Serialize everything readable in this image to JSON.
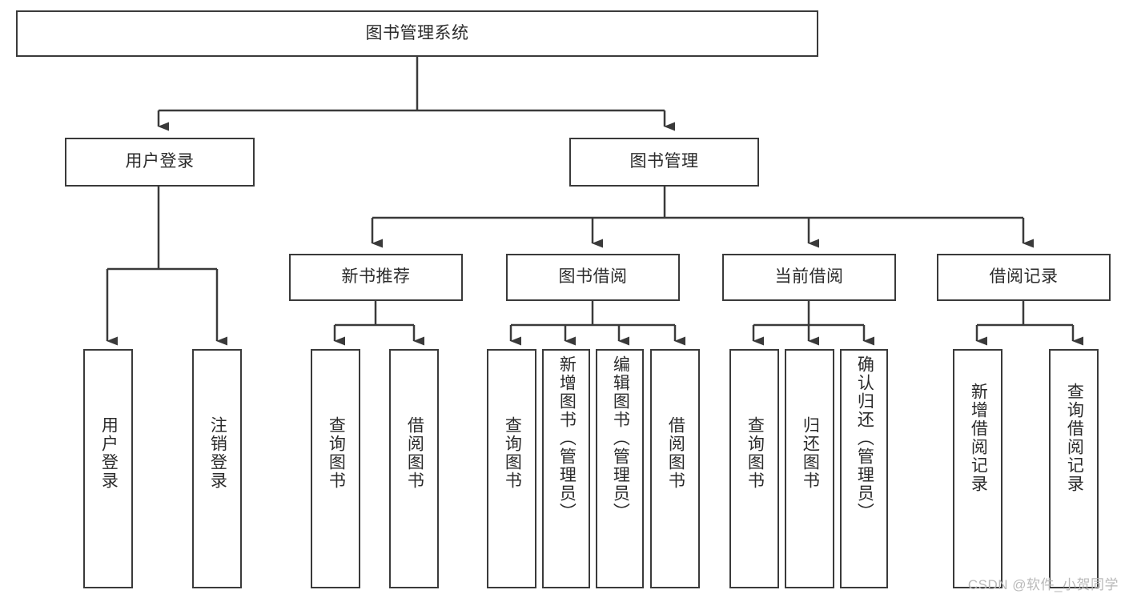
{
  "diagram": {
    "title": "图书管理系统",
    "watermark": "CSDN @软件_小贺同学",
    "line_color": "#3a3a3a",
    "text_color": "#2b2b2b",
    "background": "#ffffff",
    "root": {
      "id": "root",
      "label": "图书管理系统"
    },
    "level2": [
      {
        "id": "user-login",
        "label": "用户登录"
      },
      {
        "id": "book-manage",
        "label": "图书管理"
      }
    ],
    "level3": [
      {
        "id": "new-book-recommend",
        "label": "新书推荐"
      },
      {
        "id": "book-borrow",
        "label": "图书借阅"
      },
      {
        "id": "current-borrow",
        "label": "当前借阅"
      },
      {
        "id": "borrow-record",
        "label": "借阅记录"
      }
    ],
    "leaves": {
      "user-login": [
        {
          "id": "leaf-user-login",
          "label": "用户登录"
        },
        {
          "id": "leaf-user-logout",
          "label": "注销登录"
        }
      ],
      "new-book-recommend": [
        {
          "id": "leaf-query-book-1",
          "label": "查询图书"
        },
        {
          "id": "leaf-borrow-book-1",
          "label": "借阅图书"
        }
      ],
      "book-borrow": [
        {
          "id": "leaf-query-book-2",
          "label": "查询图书"
        },
        {
          "id": "leaf-add-book-admin",
          "label": "新增图书（管理员）"
        },
        {
          "id": "leaf-edit-book-admin",
          "label": "编辑图书（管理员）"
        },
        {
          "id": "leaf-borrow-book-2",
          "label": "借阅图书"
        }
      ],
      "current-borrow": [
        {
          "id": "leaf-query-book-3",
          "label": "查询图书"
        },
        {
          "id": "leaf-return-book",
          "label": "归还图书"
        },
        {
          "id": "leaf-confirm-return-admin",
          "label": "确认归还（管理员）"
        }
      ],
      "borrow-record": [
        {
          "id": "leaf-add-borrow-record",
          "label": "新增借阅记录"
        },
        {
          "id": "leaf-query-borrow-record",
          "label": "查询借阅记录"
        }
      ]
    }
  }
}
